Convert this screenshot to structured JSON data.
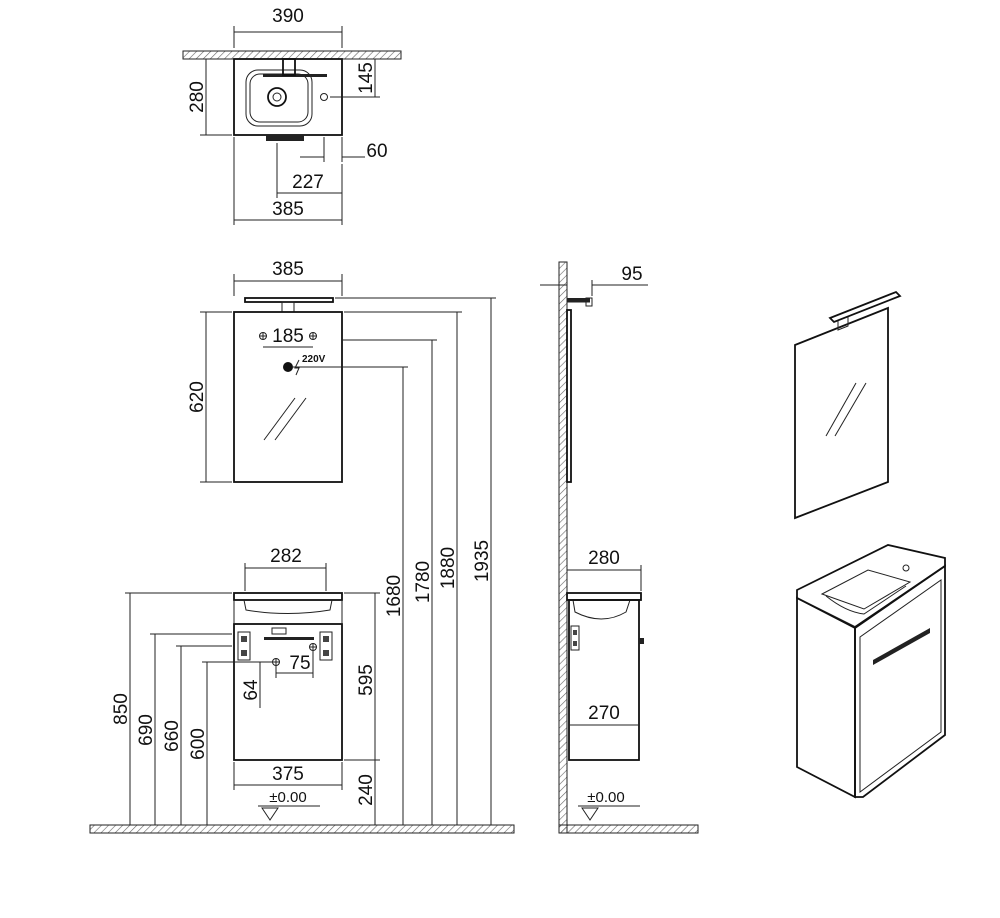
{
  "colors": {
    "line": "#222222",
    "hatch": "#b8b8b8",
    "background": "#ffffff"
  },
  "top_view": {
    "width": "390",
    "depth": "280",
    "tap_offset": "145",
    "wall_gap": "60",
    "drain_position": "227",
    "cabinet_width": "385"
  },
  "mirror": {
    "width": "385",
    "height": "620",
    "fixing_spacing": "185",
    "power_label": "220V"
  },
  "vanity": {
    "basin_width": "282",
    "bracket_spacing": "75",
    "bracket_height": "64",
    "body_height": "595",
    "cabinet_width": "375",
    "floor_gap": "240",
    "floor_reference": "±0.00"
  },
  "heights": [
    "850",
    "690",
    "660",
    "600",
    "1680",
    "1780",
    "1880",
    "1935"
  ],
  "side_view": {
    "light_projection": "95",
    "top_depth": "280",
    "cabinet_depth": "270",
    "floor_reference": "±0.00"
  }
}
